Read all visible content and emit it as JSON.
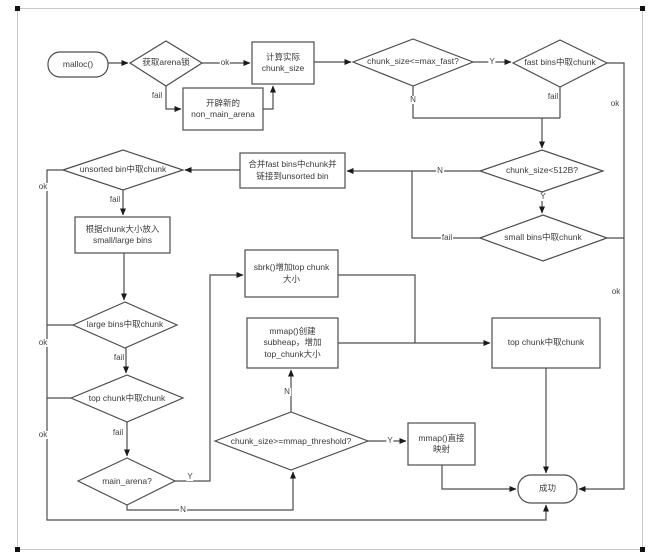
{
  "diagram": {
    "colors": {
      "line": "#4d4d4d",
      "arrow": "#1a1a1a",
      "text": "#3a3a3a",
      "background": "#ffffff",
      "page_border": "#c9c9c9"
    },
    "nodes": {
      "malloc": {
        "label": "malloc()"
      },
      "get_arena_lock": {
        "label": "获取arena锁"
      },
      "calc_chunk_size": {
        "label": "计算实际\nchunk_size"
      },
      "new_non_main_arena": {
        "label": "开辟新的\nnon_main_arena"
      },
      "max_fast": {
        "label": "chunk_size<=max_fast?"
      },
      "fast_bins": {
        "label": "fast bins中取chunk"
      },
      "size_512": {
        "label": "chunk_size<512B?"
      },
      "small_bins": {
        "label": "small bins中取chunk"
      },
      "merge_fast_bins": {
        "label": "合并fast bins中chunk并\n链接到unsorted bin"
      },
      "unsorted_bin": {
        "label": "unsorted bin中取chunk"
      },
      "sort_bins": {
        "label": "根据chunk大小放入\nsmall/large bins"
      },
      "large_bins": {
        "label": "large bins中取chunk"
      },
      "top_chunk_try": {
        "label": "top chunk中取chunk"
      },
      "main_arena": {
        "label": "main_arena?"
      },
      "sbrk_grow": {
        "label": "sbrk()增加top chunk\n大小"
      },
      "mmap_subheap": {
        "label": "mmap()创建\nsubheap，增加\ntop_chunk大小"
      },
      "mmap_threshold": {
        "label": "chunk_size>=mmap_threshold?"
      },
      "mmap_direct": {
        "label": "mmap()直接\n映射"
      },
      "top_chunk_take": {
        "label": "top chunk中取chunk"
      },
      "success": {
        "label": "成功"
      }
    },
    "edge_labels": {
      "arena_ok": "ok",
      "arena_fail": "fail",
      "maxfast_y": "Y",
      "maxfast_n": "N",
      "fastbins_fail": "fail",
      "fastbins_ok": "ok",
      "right_ok": "ok",
      "size512_n": "N",
      "size512_y": "Y",
      "smallbins_fail": "fail",
      "unsorted_ok": "ok",
      "unsorted_fail": "fail",
      "largebins_ok": "ok",
      "largebins_fail": "fail",
      "topchunk_ok": "ok",
      "topchunk_fail": "fail",
      "mainarena_y": "Y",
      "mainarena_n": "N",
      "threshold_n": "N",
      "threshold_y": "Y"
    }
  }
}
